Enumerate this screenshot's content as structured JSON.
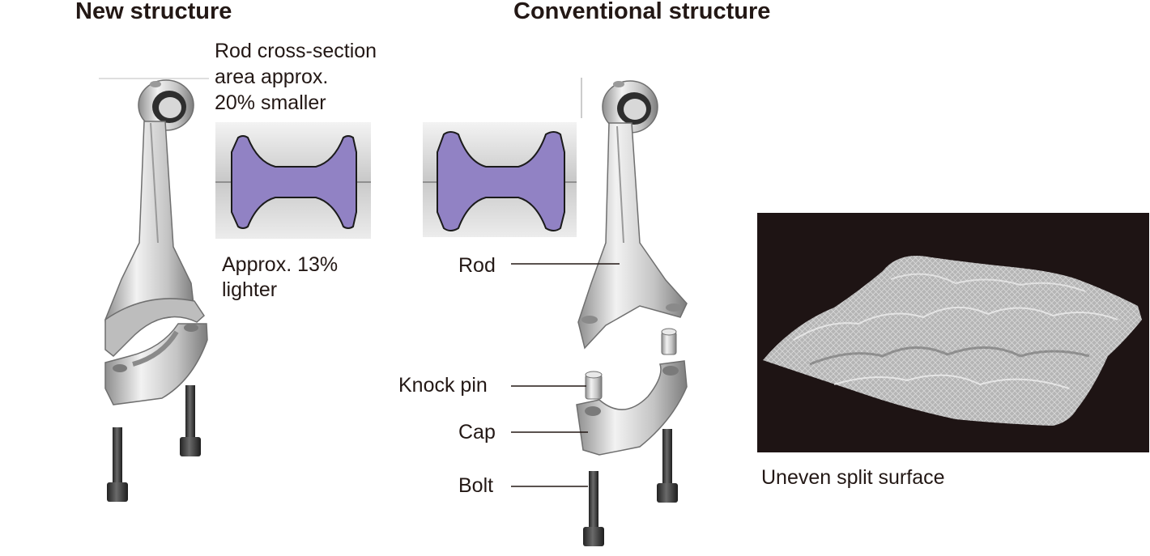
{
  "headings": {
    "new_structure": "New structure",
    "conventional_structure": "Conventional structure"
  },
  "new_structure": {
    "cross_section_note": [
      "Rod cross-section",
      "area approx.",
      "20% smaller"
    ],
    "weight_note": [
      "Approx. 13%",
      "lighter"
    ]
  },
  "conventional_structure": {
    "parts": {
      "rod": "Rod",
      "knock_pin": "Knock pin",
      "cap": "Cap",
      "bolt": "Bolt"
    }
  },
  "split_surface": {
    "caption": "Uneven split surface"
  },
  "colors": {
    "cross_section_fill": "#9182c4",
    "metal": "#cfcfcf",
    "bolt": "#3b3b3b",
    "surface_background": "#1e1414"
  }
}
